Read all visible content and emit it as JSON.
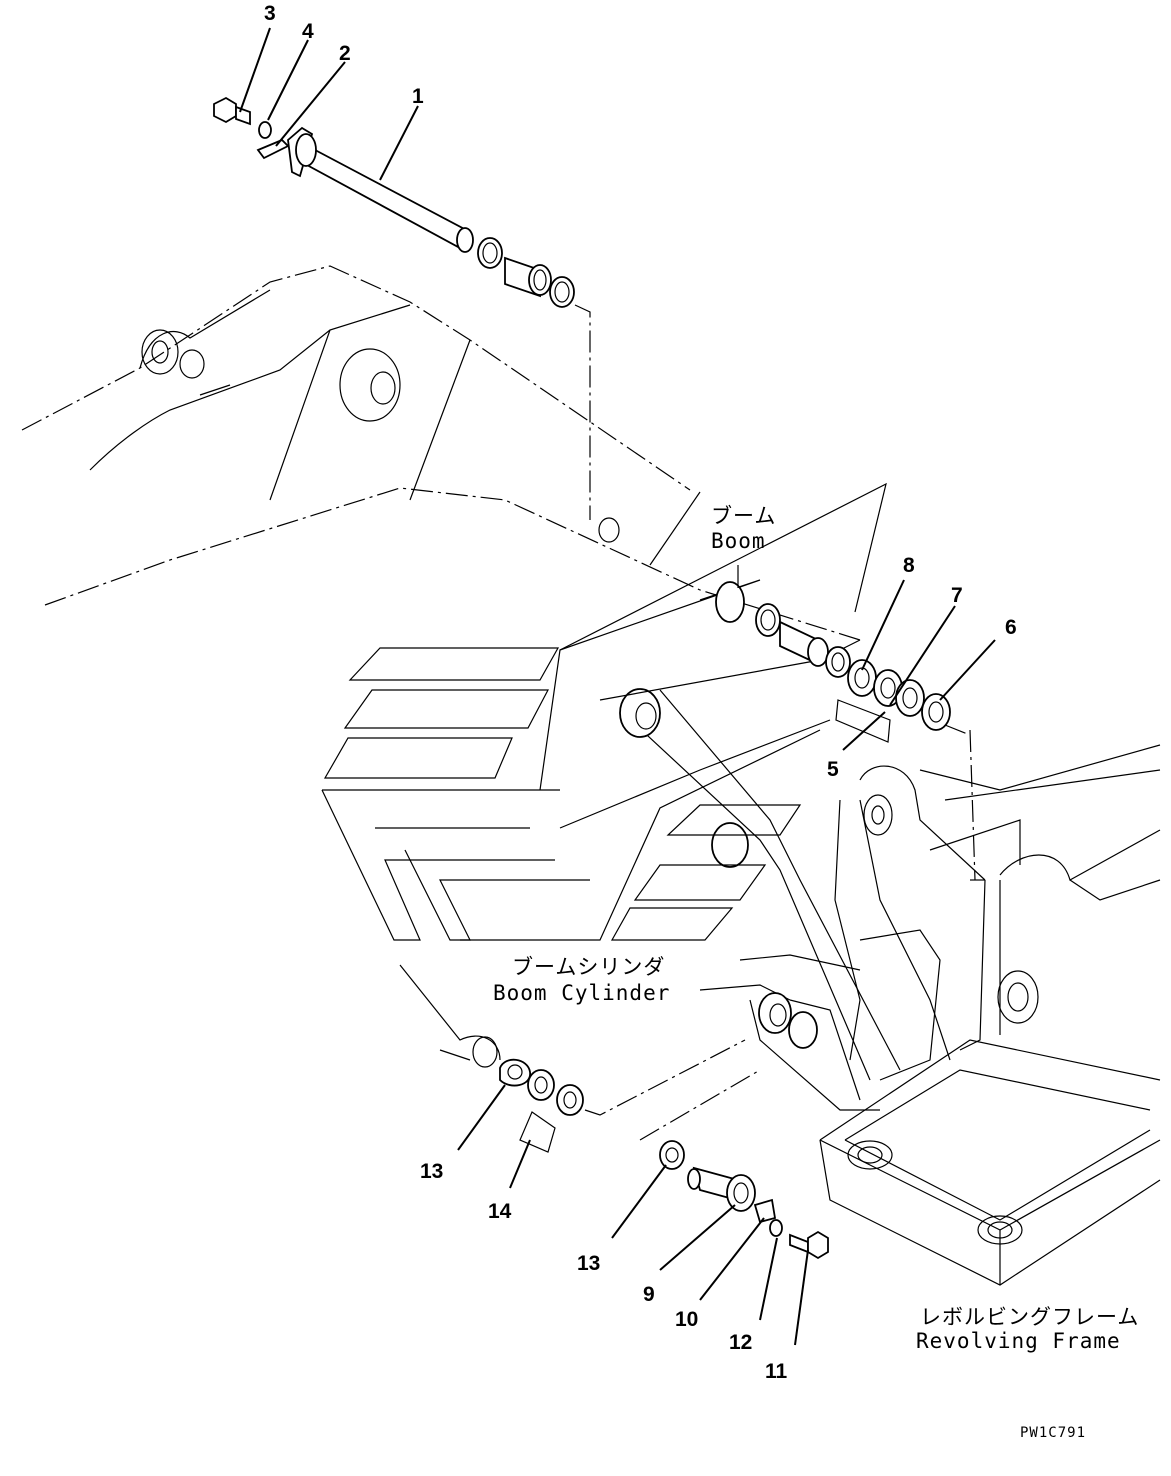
{
  "callouts": [
    {
      "id": "c1",
      "text": "1"
    },
    {
      "id": "c2",
      "text": "2"
    },
    {
      "id": "c3",
      "text": "3"
    },
    {
      "id": "c4",
      "text": "4"
    },
    {
      "id": "c5",
      "text": "5"
    },
    {
      "id": "c6",
      "text": "6"
    },
    {
      "id": "c7",
      "text": "7"
    },
    {
      "id": "c8",
      "text": "8"
    },
    {
      "id": "c9",
      "text": "9"
    },
    {
      "id": "c10",
      "text": "10"
    },
    {
      "id": "c11",
      "text": "11"
    },
    {
      "id": "c12",
      "text": "12"
    },
    {
      "id": "c13a",
      "text": "13"
    },
    {
      "id": "c13b",
      "text": "13"
    },
    {
      "id": "c14",
      "text": "14"
    }
  ],
  "labels": {
    "boom_jp": "ブーム",
    "boom_en": "Boom",
    "boom_cylinder_jp": "ブームシリンダ",
    "boom_cylinder_en": "Boom Cylinder",
    "revolving_frame_jp": "レボルビングフレーム",
    "revolving_frame_en": "Revolving Frame"
  },
  "drawing_code": "PW1C791"
}
